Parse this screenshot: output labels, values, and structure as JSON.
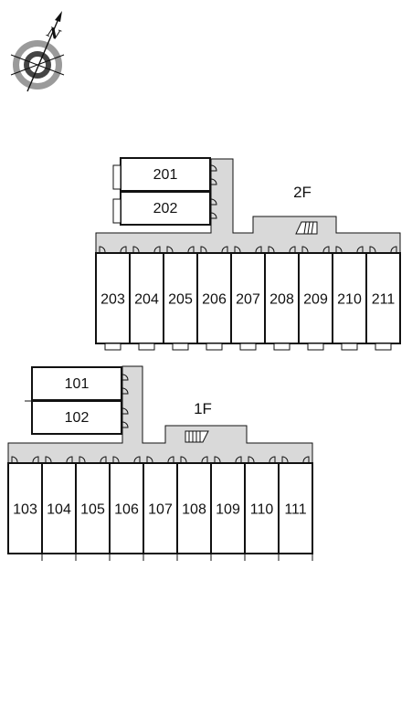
{
  "compass": {
    "north_label": "N",
    "icon": "compass-rose-icon"
  },
  "colors": {
    "corridor": "#d9d9d9",
    "wall": "#111111",
    "room": "#ffffff"
  },
  "floors": [
    {
      "label": "2F",
      "side_units": [
        "201",
        "202"
      ],
      "row_units": [
        "203",
        "204",
        "205",
        "206",
        "207",
        "208",
        "209",
        "210",
        "211"
      ],
      "stair_icon": "staircase-icon"
    },
    {
      "label": "1F",
      "side_units": [
        "101",
        "102"
      ],
      "row_units": [
        "103",
        "104",
        "105",
        "106",
        "107",
        "108",
        "109",
        "110",
        "111"
      ],
      "stair_icon": "staircase-icon"
    }
  ]
}
